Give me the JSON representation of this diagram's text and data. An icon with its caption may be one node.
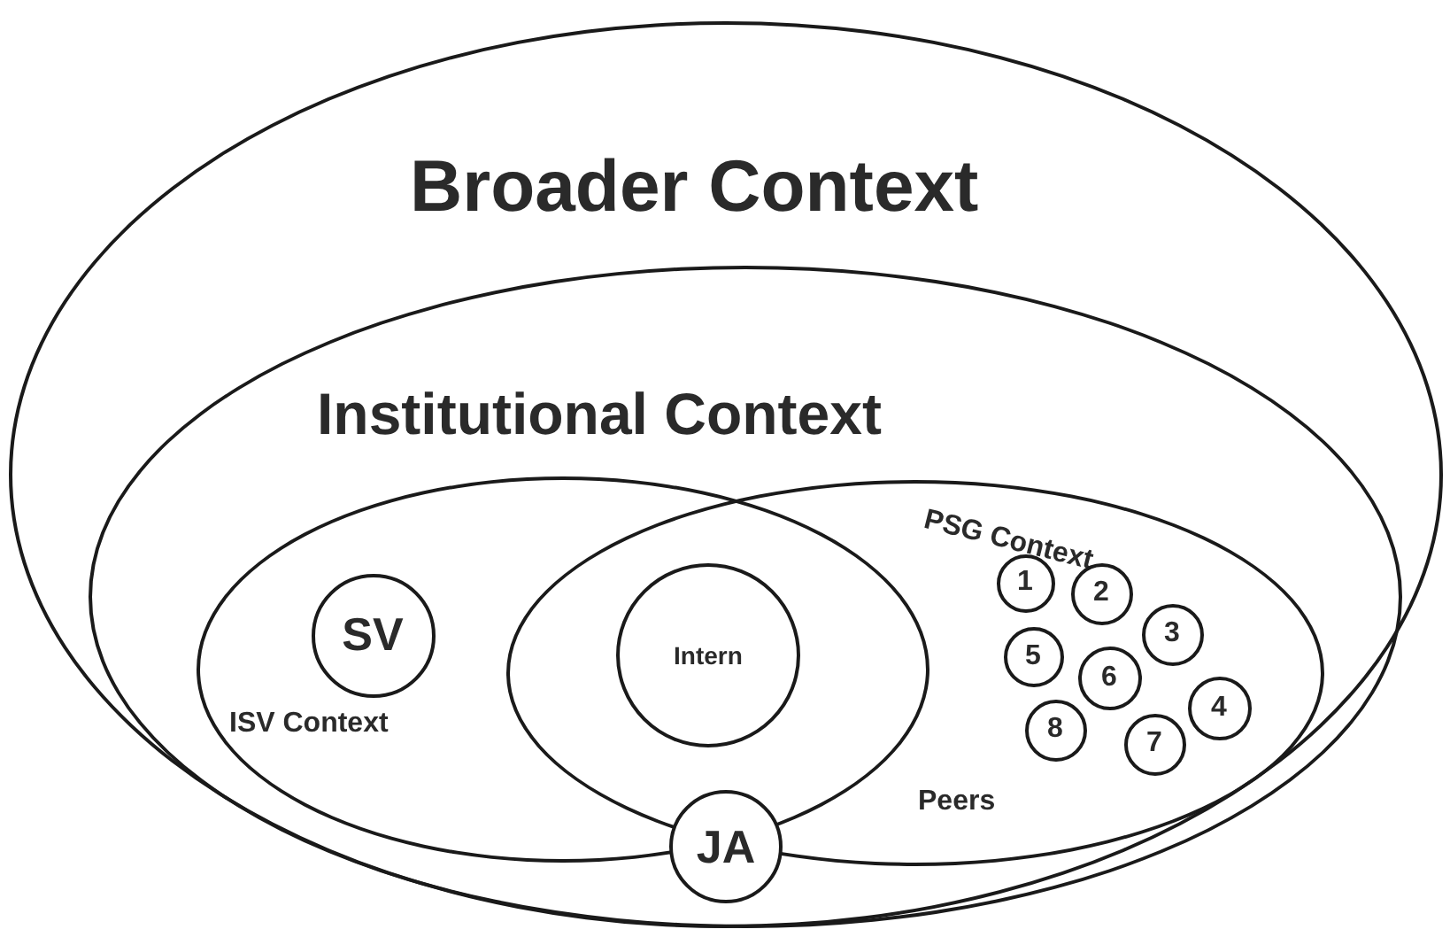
{
  "diagram": {
    "nodes": [
      {
        "text": [
          "Broader Context"
        ]
      },
      {
        "text": [
          "Institutional Context"
        ],
        "in": 0
      },
      {
        "text": [
          "ISV Context"
        ],
        "in": 1
      },
      {
        "text": [
          "PSG Context",
          "Peers"
        ],
        "in": 1
      },
      {
        "text": [
          "SV"
        ],
        "in": 2
      },
      {
        "text": [
          "Intern"
        ]
      },
      {
        "text": [
          "JA"
        ],
        "in": 1
      },
      {
        "text": [
          "1"
        ],
        "in": 3
      },
      {
        "text": [
          "2"
        ],
        "in": 3
      },
      {
        "text": [
          "3"
        ],
        "in": 3
      },
      {
        "text": [
          "5"
        ],
        "in": 3
      },
      {
        "text": [
          "6"
        ],
        "in": 3
      },
      {
        "text": [
          "4"
        ],
        "in": 3
      },
      {
        "text": [
          "8"
        ],
        "in": 3
      },
      {
        "text": [
          "7"
        ],
        "in": 3
      }
    ]
  }
}
